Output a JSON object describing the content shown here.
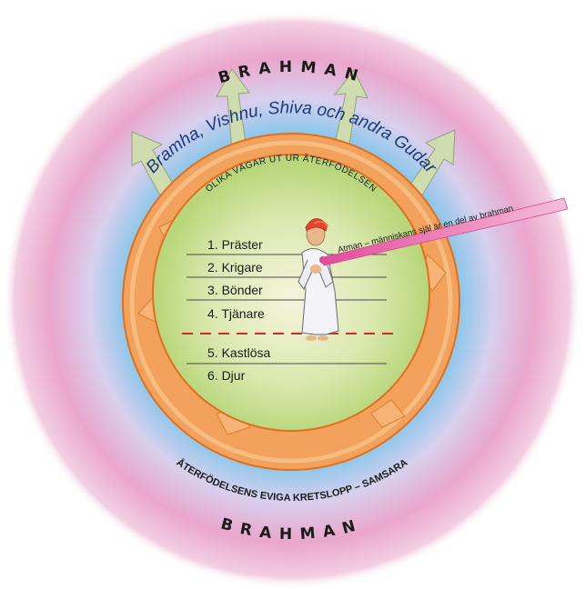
{
  "outer_label_top": "BRAHMAN",
  "outer_label_bottom": "BRAHMAN",
  "gods_label": "Bramha, Vishnu, Shiva och andra Gudar",
  "paths_label": "OLIKA VÄGAR UT UR ÅTERFÖDELSEN",
  "cycle_label": "ÅTERFÖDELSENS EVIGA KRETSLOPP – SAMSARA",
  "atman_label": "Atman – människans själ är en del av brahman",
  "castes": [
    "1. Präster",
    "2. Krigare",
    "3. Bönder",
    "4. Tjänare"
  ],
  "outcastes": [
    "5. Kastlösa",
    "6. Djur"
  ],
  "colors": {
    "brahman_outer": "#e8a6c8",
    "brahman_mid": "#8fc8ea",
    "cycle_ring": "#f2a15a",
    "center": "#cfe49a",
    "divider_dashed": "#d8242a",
    "turban": "#e8432c",
    "atman_beam": "#f08cc0"
  },
  "icons": [
    "up-arrow-icon",
    "cycle-arrow-icon",
    "person-figure-icon"
  ]
}
